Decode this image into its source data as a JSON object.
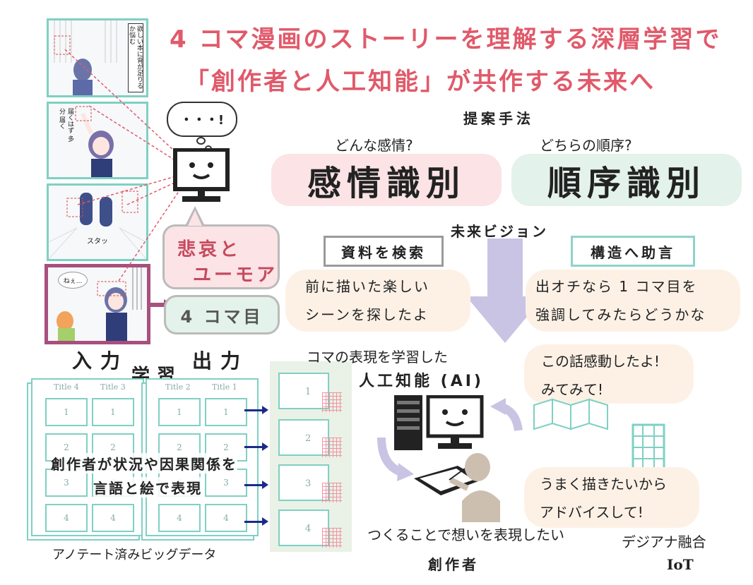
{
  "title": {
    "line1": "4 コマ漫画のストーリーを理解する深層学習で",
    "line2": "「創作者と人工知能」が共作する未来へ"
  },
  "comic": {
    "panel1_text": "欲しい本に背が足りるか悩む",
    "panel2_text": "届くはず 多分 届く",
    "panel3_text": "スタッ",
    "panel4_text": "ねぇ...",
    "input_label": "入力",
    "output_label": "出力",
    "ai_speech": "・・・!",
    "emotion_bubble": "悲哀と\nユーモア",
    "emotion_line1": "悲哀と",
    "emotion_line2": "ユーモア",
    "order_bubble": "4 コマ目"
  },
  "method": {
    "heading": "提案手法",
    "emotion_question": "どんな感情?",
    "emotion_label": "感情識別",
    "order_question": "どちらの順序?",
    "order_label": "順序識別"
  },
  "vision": {
    "heading": "未来ビジョン",
    "search_label": "資料を検索",
    "search_line1": "前に描いた楽しい",
    "search_line2": "シーンを探したよ",
    "advice_label": "構造へ助言",
    "advice_line1": "出オチなら 1 コマ目を",
    "advice_line2": "強調してみたらどうかな"
  },
  "learning": {
    "heading": "学習",
    "titles": [
      "Title 4",
      "Title 3",
      "Title 2",
      "Title 1"
    ],
    "cell_numbers": [
      "1",
      "2",
      "3",
      "4"
    ],
    "caption_line1": "創作者が状況や因果関係を",
    "caption_line2": "言語と絵で表現",
    "bigdata_label": "アノテート済みビッグデータ"
  },
  "ai": {
    "label_line1": "コマの表現を学習した",
    "label_line2": "人工知能 (AI)",
    "panel_numbers": [
      "1",
      "2",
      "3",
      "4"
    ],
    "comment_line1": "この話感動したよ!",
    "comment_line2": "みてみて!"
  },
  "creator": {
    "request_line1": "うまく描きたいから",
    "request_line2": "アドバイスして!",
    "caption_line1": "つくることで想いを表現したい",
    "caption_line2": "創作者"
  },
  "digital": {
    "line1": "デジアナ融合",
    "line2": "IoT"
  },
  "colors": {
    "title": "#e05a6a",
    "emotion_pill": "#fbe3e6",
    "order_pill": "#e3f2ea",
    "accent_teal": "#7fd0c4",
    "accent_purple": "#a7507e",
    "arrow_navy": "#1b2a8a",
    "arrow_lavender": "#c9c4e3"
  }
}
